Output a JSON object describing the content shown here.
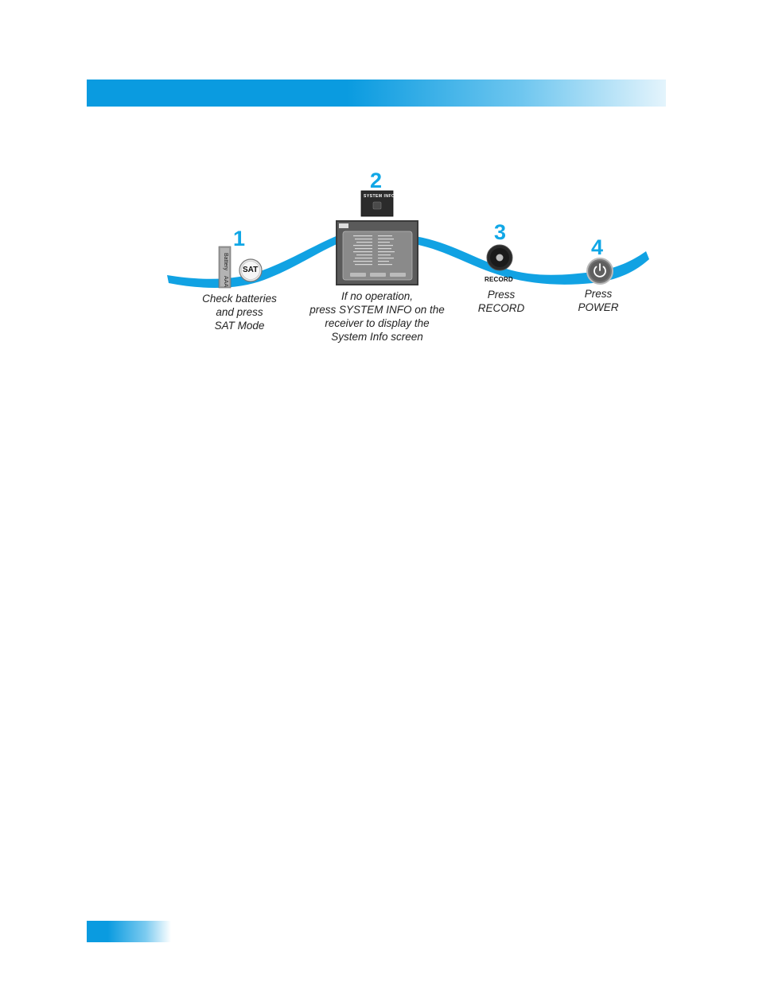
{
  "steps": [
    {
      "number": "1",
      "caption": "Check batteries\nand press\nSAT Mode",
      "button_label": "SAT",
      "battery_labels": [
        "Battery",
        "AAA"
      ]
    },
    {
      "number": "2",
      "caption": "If no operation,\npress SYSTEM INFO on the\nreceiver to display the\nSystem Info screen",
      "button_label": "SYSTEM INFO"
    },
    {
      "number": "3",
      "caption": "Press\nRECORD",
      "button_label": "RECORD"
    },
    {
      "number": "4",
      "caption": "Press\nPOWER"
    }
  ],
  "colors": {
    "accent": "#0a9be0",
    "step_number": "#11a7e6",
    "ribbon": "#11a2e3"
  },
  "icons": [
    "battery-icon",
    "sat-button-icon",
    "system-info-button-icon",
    "system-info-screen-icon",
    "record-button-icon",
    "power-button-icon"
  ]
}
